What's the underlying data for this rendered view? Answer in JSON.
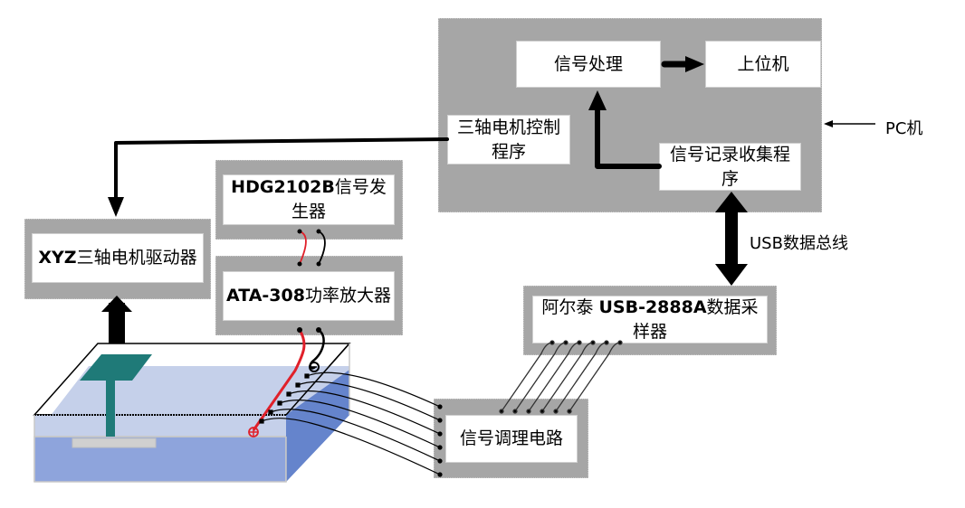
{
  "pc": {
    "label": "PC机",
    "signal_processing": "信号处理",
    "host": "上位机",
    "motor_control_program": "三轴电机控制程序",
    "signal_recording_program": "信号记录收集程序"
  },
  "usb_bus_label": "USB数据总线",
  "signal_generator": {
    "model": "HDG2102B",
    "name": "信号发生器"
  },
  "power_amplifier": {
    "model": "ATA-308",
    "name": "功率放大器"
  },
  "motor_driver": {
    "model": "XYZ",
    "name": "三轴电机驱动器"
  },
  "daq": {
    "brand": "阿尔泰 ",
    "model": "USB-2888A",
    "name": "数据采样器"
  },
  "conditioning_circuit": "信号调理电路",
  "electrode_symbols": {
    "positive": "⊕",
    "negative": "⊖"
  },
  "colors": {
    "module_bg": "#a6a6a6",
    "water_top": "#c5d0ea",
    "water_front": "#8ea4dc",
    "water_side": "#6584cc",
    "probe": "#1f7a78",
    "red_wire": "#e0202a"
  }
}
